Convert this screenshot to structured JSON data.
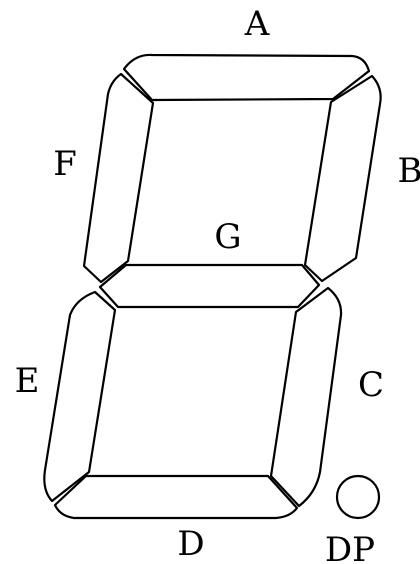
{
  "colors": {
    "stroke": "#000000",
    "fill": "#ffffff",
    "background": "#ffffff"
  },
  "segments": {
    "a": "A",
    "b": "B",
    "c": "C",
    "d": "D",
    "e": "E",
    "f": "F",
    "g": "G",
    "dp": "DP"
  }
}
